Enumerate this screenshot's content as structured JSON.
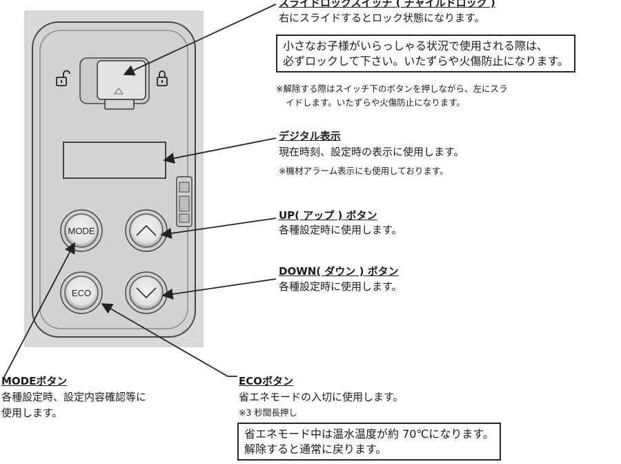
{
  "slide_lock": {
    "title": "スライドロックスイッチ ( チャイルドロック )",
    "desc": "右にスライドするとロック状態になります。",
    "warning_line1": "小さなお子様がいらっしゃる状況で使用される際は、",
    "warning_line2": "必ずロックして下さい。いたずらや火傷防止になります。",
    "note_line1": "※解除する際はスイッチ下のボタンを押しながら、左にスラ",
    "note_line2": "イドします。いたずらや火傷防止になります。"
  },
  "digital_display": {
    "title": "デジタル表示",
    "desc": "現在時刻、設定時の表示に使用します。",
    "note": "※機材アラーム表示にも使用しております。"
  },
  "up_button": {
    "title": "UP( アップ ) ボタン",
    "desc": "各種設定時に使用します。"
  },
  "down_button": {
    "title": "DOWN( ダウン ) ボタン",
    "desc": "各種設定時に使用します。"
  },
  "mode_button": {
    "title": "MODEボタン",
    "desc_line1": "各種設定時、設定内容確認等に",
    "desc_line2": "使用します。",
    "panel_label": "MODE"
  },
  "eco_button": {
    "title": "ECOボタン",
    "desc": "省エネモードの入切に使用します。",
    "note": "※3 秒間長押し",
    "info_line1": "省エネモード中は温水温度が約 70℃になります。",
    "info_line2": "解除すると通常に戻ります。",
    "panel_label": "ECO"
  },
  "icons": {
    "unlock": "unlock-icon",
    "lock": "lock-icon",
    "up": "chevron-up-icon",
    "down": "chevron-down-icon"
  },
  "colors": {
    "panel_bg": "#dcdcdc",
    "panel_border": "#555555",
    "button_face": "#e9e9e9",
    "leader_line": "#222222"
  }
}
